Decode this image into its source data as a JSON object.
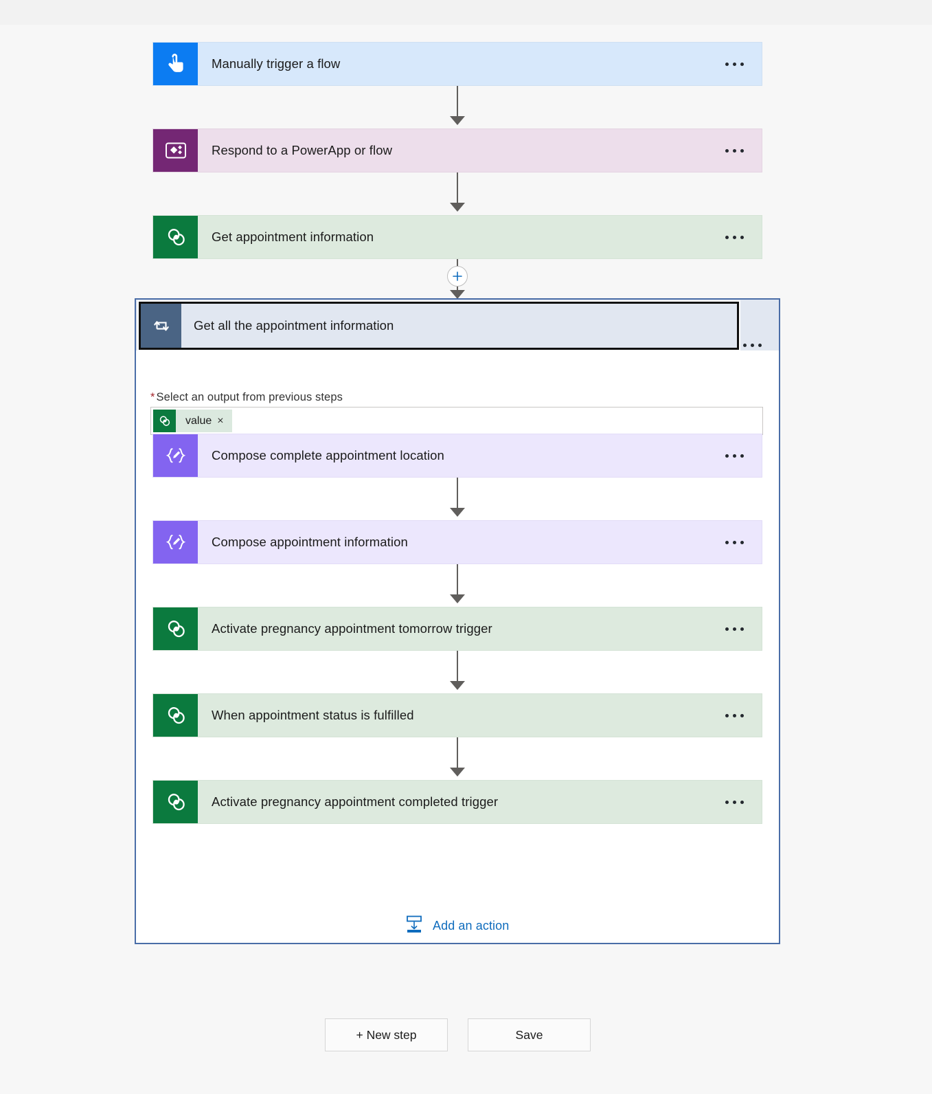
{
  "flow": {
    "top_nodes": [
      {
        "title": "Manually trigger a flow",
        "icon": "tap-hand-icon",
        "theme": "blue",
        "menu": "..."
      },
      {
        "title": "Respond to a PowerApp or flow",
        "icon": "powerapps-icon",
        "theme": "purple",
        "menu": "..."
      },
      {
        "title": "Get appointment information",
        "icon": "dataverse-icon",
        "theme": "green",
        "menu": "..."
      }
    ],
    "insert_button": {
      "icon": "plus-icon",
      "label": "+"
    },
    "loop": {
      "title": "Get all the appointment information",
      "icon": "loop-repeat-icon",
      "menu": "...",
      "field": {
        "label": "Select an output from previous steps",
        "required_marker": "*",
        "token": {
          "label": "value",
          "icon": "dataverse-icon",
          "remove": "×"
        }
      },
      "actions": [
        {
          "title": "Compose complete appointment location",
          "icon": "compose-icon",
          "theme": "violet",
          "menu": "..."
        },
        {
          "title": "Compose appointment information",
          "icon": "compose-icon",
          "theme": "violet",
          "menu": "..."
        },
        {
          "title": "Activate pregnancy appointment tomorrow trigger",
          "icon": "dataverse-icon",
          "theme": "green",
          "menu": "..."
        },
        {
          "title": "When appointment status is fulfilled",
          "icon": "dataverse-icon",
          "theme": "green",
          "menu": "..."
        },
        {
          "title": "Activate pregnancy appointment completed trigger",
          "icon": "dataverse-icon",
          "theme": "green",
          "menu": "..."
        }
      ],
      "add_action": {
        "label": "Add an action",
        "icon": "insert-below-icon"
      }
    }
  },
  "footer": {
    "new_step_label": "+ New step",
    "save_label": "Save"
  },
  "colors": {
    "page_background": "#f7f7f7",
    "trigger_accent": "#0c7cf2",
    "powerapps_accent": "#742774",
    "dataverse_accent": "#0b7a3e",
    "compose_accent": "#8364f0",
    "loop_accent": "#4a6484",
    "loop_border": "#4a6da7",
    "link_blue": "#0f6cbd",
    "required_red": "#a4262c"
  }
}
